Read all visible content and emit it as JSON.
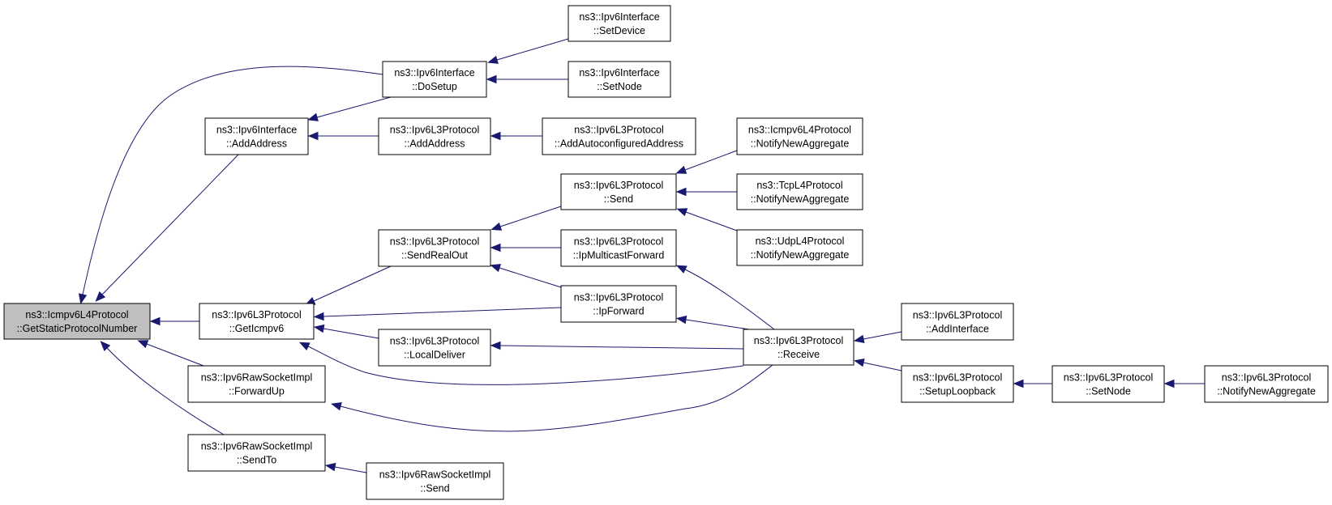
{
  "graph": {
    "root": "n_root",
    "nodes": [
      {
        "id": "n_root",
        "lines": [
          "ns3::Icmpv6L4Protocol",
          "::GetStaticProtocolNumber"
        ],
        "root": true
      },
      {
        "id": "n_dosetup",
        "lines": [
          "ns3::Ipv6Interface",
          "::DoSetup"
        ]
      },
      {
        "id": "n_setdev",
        "lines": [
          "ns3::Ipv6Interface",
          "::SetDevice"
        ]
      },
      {
        "id": "n_ifnode",
        "lines": [
          "ns3::Ipv6Interface",
          "::SetNode"
        ]
      },
      {
        "id": "n_ifaddr",
        "lines": [
          "ns3::Ipv6Interface",
          "::AddAddress"
        ]
      },
      {
        "id": "n_l3addr",
        "lines": [
          "ns3::Ipv6L3Protocol",
          "::AddAddress"
        ]
      },
      {
        "id": "n_autoaddr",
        "lines": [
          "ns3::Ipv6L3Protocol",
          "::AddAutoconfiguredAddress"
        ]
      },
      {
        "id": "n_icmpagg",
        "lines": [
          "ns3::Icmpv6L4Protocol",
          "::NotifyNewAggregate"
        ]
      },
      {
        "id": "n_tcpagg",
        "lines": [
          "ns3::TcpL4Protocol",
          "::NotifyNewAggregate"
        ]
      },
      {
        "id": "n_udpagg",
        "lines": [
          "ns3::UdpL4Protocol",
          "::NotifyNewAggregate"
        ]
      },
      {
        "id": "n_send",
        "lines": [
          "ns3::Ipv6L3Protocol",
          "::Send"
        ]
      },
      {
        "id": "n_sendreal",
        "lines": [
          "ns3::Ipv6L3Protocol",
          "::SendRealOut"
        ]
      },
      {
        "id": "n_mcast",
        "lines": [
          "ns3::Ipv6L3Protocol",
          "::IpMulticastForward"
        ]
      },
      {
        "id": "n_ipfwd",
        "lines": [
          "ns3::Ipv6L3Protocol",
          "::IpForward"
        ]
      },
      {
        "id": "n_geticmp",
        "lines": [
          "ns3::Ipv6L3Protocol",
          "::GetIcmpv6"
        ]
      },
      {
        "id": "n_local",
        "lines": [
          "ns3::Ipv6L3Protocol",
          "::LocalDeliver"
        ]
      },
      {
        "id": "n_receive",
        "lines": [
          "ns3::Ipv6L3Protocol",
          "::Receive"
        ]
      },
      {
        "id": "n_addif",
        "lines": [
          "ns3::Ipv6L3Protocol",
          "::AddInterface"
        ]
      },
      {
        "id": "n_loop",
        "lines": [
          "ns3::Ipv6L3Protocol",
          "::SetupLoopback"
        ]
      },
      {
        "id": "n_l3node",
        "lines": [
          "ns3::Ipv6L3Protocol",
          "::SetNode"
        ]
      },
      {
        "id": "n_l3agg",
        "lines": [
          "ns3::Ipv6L3Protocol",
          "::NotifyNewAggregate"
        ]
      },
      {
        "id": "n_fwdup",
        "lines": [
          "ns3::Ipv6RawSocketImpl",
          "::ForwardUp"
        ]
      },
      {
        "id": "n_sendto",
        "lines": [
          "ns3::Ipv6RawSocketImpl",
          "::SendTo"
        ]
      },
      {
        "id": "n_rawsend",
        "lines": [
          "ns3::Ipv6RawSocketImpl",
          "::Send"
        ]
      }
    ],
    "edges": [
      {
        "from": "n_dosetup",
        "to": "n_root"
      },
      {
        "from": "n_ifaddr",
        "to": "n_root"
      },
      {
        "from": "n_geticmp",
        "to": "n_root"
      },
      {
        "from": "n_fwdup",
        "to": "n_root"
      },
      {
        "from": "n_sendto",
        "to": "n_root"
      },
      {
        "from": "n_setdev",
        "to": "n_dosetup"
      },
      {
        "from": "n_ifnode",
        "to": "n_dosetup"
      },
      {
        "from": "n_dosetup",
        "to": "n_ifaddr"
      },
      {
        "from": "n_l3addr",
        "to": "n_ifaddr"
      },
      {
        "from": "n_autoaddr",
        "to": "n_l3addr"
      },
      {
        "from": "n_sendreal",
        "to": "n_geticmp"
      },
      {
        "from": "n_ipfwd",
        "to": "n_geticmp"
      },
      {
        "from": "n_local",
        "to": "n_geticmp"
      },
      {
        "from": "n_receive",
        "to": "n_geticmp"
      },
      {
        "from": "n_send",
        "to": "n_sendreal"
      },
      {
        "from": "n_mcast",
        "to": "n_sendreal"
      },
      {
        "from": "n_ipfwd",
        "to": "n_sendreal"
      },
      {
        "from": "n_icmpagg",
        "to": "n_send"
      },
      {
        "from": "n_tcpagg",
        "to": "n_send"
      },
      {
        "from": "n_udpagg",
        "to": "n_send"
      },
      {
        "from": "n_receive",
        "to": "n_mcast"
      },
      {
        "from": "n_receive",
        "to": "n_ipfwd"
      },
      {
        "from": "n_receive",
        "to": "n_local"
      },
      {
        "from": "n_receive",
        "to": "n_fwdup"
      },
      {
        "from": "n_addif",
        "to": "n_receive"
      },
      {
        "from": "n_loop",
        "to": "n_receive"
      },
      {
        "from": "n_l3node",
        "to": "n_loop"
      },
      {
        "from": "n_l3agg",
        "to": "n_l3node"
      },
      {
        "from": "n_rawsend",
        "to": "n_sendto"
      }
    ]
  }
}
